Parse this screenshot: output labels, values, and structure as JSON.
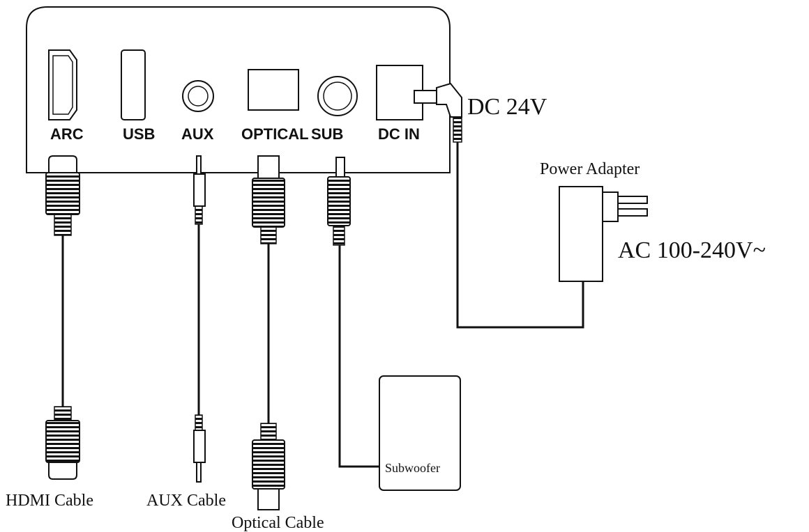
{
  "ports": {
    "arc": "ARC",
    "usb": "USB",
    "aux": "AUX",
    "optical": "OPTICAL",
    "sub": "SUB",
    "dc_in": "DC IN"
  },
  "labels": {
    "dc_voltage": "DC 24V",
    "power_adapter": "Power Adapter",
    "ac_voltage": "AC 100-240V~",
    "subwoofer": "Subwoofer",
    "hdmi_cable": "HDMI Cable",
    "aux_cable": "AUX Cable",
    "optical_cable": "Optical Cable"
  }
}
